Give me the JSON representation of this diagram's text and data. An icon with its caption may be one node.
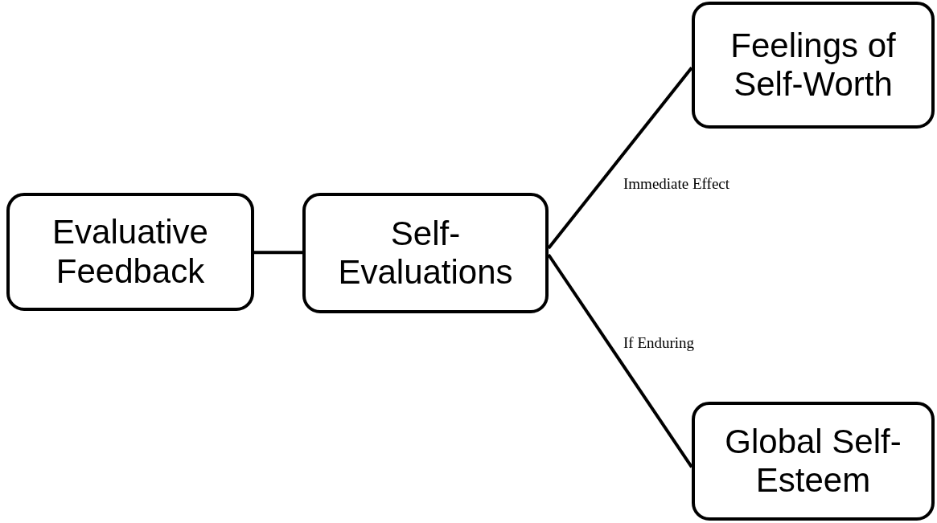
{
  "diagram": {
    "nodes": [
      {
        "text": [
          "Evaluative Feedback"
        ]
      },
      {
        "text": [
          "Self-Evaluations"
        ]
      },
      {
        "text": [
          "Feelings of Self-Worth"
        ]
      },
      {
        "text": [
          "Global Self-Esteem"
        ]
      }
    ],
    "edges": [
      {
        "from": 0,
        "to": 1,
        "arrow": "none"
      },
      {
        "from": 1,
        "to": 2,
        "arrow": "none"
      },
      {
        "from": 1,
        "to": 3,
        "arrow": "none"
      }
    ],
    "labels": [
      "Immediate Effect",
      "If Enduring"
    ]
  }
}
